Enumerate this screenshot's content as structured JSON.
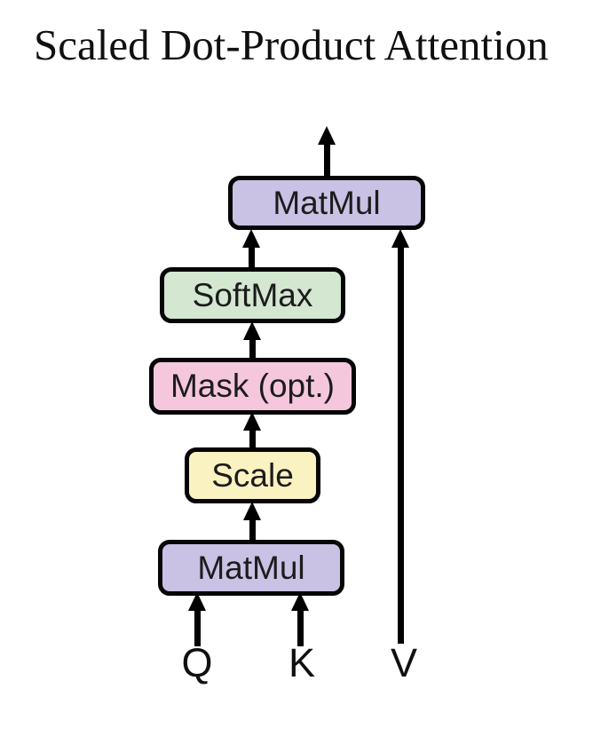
{
  "title": "Scaled Dot-Product Attention",
  "diagram": {
    "blocks": [
      {
        "id": "matmul-top",
        "label": "MatMul",
        "color": "#c9c2e4"
      },
      {
        "id": "softmax",
        "label": "SoftMax",
        "color": "#d3e7d1"
      },
      {
        "id": "mask",
        "label": "Mask (opt.)",
        "color": "#f5c7dd"
      },
      {
        "id": "scale",
        "label": "Scale",
        "color": "#faf2c1"
      },
      {
        "id": "matmul-bottom",
        "label": "MatMul",
        "color": "#c9c2e4"
      }
    ],
    "inputs": [
      {
        "id": "query",
        "label": "Q"
      },
      {
        "id": "key",
        "label": "K"
      },
      {
        "id": "value",
        "label": "V"
      }
    ],
    "colors": {
      "block_outline": "#000000",
      "arrow": "#000000",
      "background": "#ffffff",
      "matmul_fill": "#c9c2e4",
      "softmax_fill": "#d3e7d1",
      "mask_fill": "#f5c7dd",
      "scale_fill": "#faf2c1"
    }
  }
}
